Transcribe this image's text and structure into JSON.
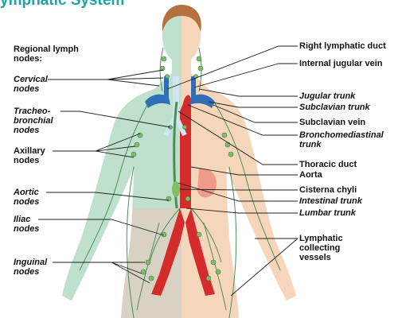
{
  "title_fragment": "ymphatic System",
  "left_heading": "Regional lymph nodes:",
  "left_labels": {
    "cervical": "Cervical nodes",
    "tracheobronchial": "Tracheo-bronchial nodes",
    "axillary": "Axillary nodes",
    "aortic": "Aortic nodes",
    "iliac": "Iliac nodes",
    "inguinal": "Inguinal nodes"
  },
  "right_labels": {
    "right_lymphatic_duct": "Right lymphatic duct",
    "internal_jugular_vein": "Internal jugular vein",
    "jugular_trunk": "Jugular trunk",
    "subclavian_trunk": "Subclavian trunk",
    "subclavian_vein": "Subclavian vein",
    "bronchomediastinal_trunk": "Bronchomediastinal trunk",
    "thoracic_duct": "Thoracic duct",
    "aorta": "Aorta",
    "cisterna_chyli": "Cisterna chyli",
    "intestinal_trunk": "Intestinal trunk",
    "lumbar_trunk": "Lumbar trunk",
    "lymphatic_collecting_vessels": "Lymphatic collecting vessels"
  },
  "colors": {
    "title": "#1aa3a8",
    "lymph_region": "#bfe0cc",
    "skin": "#f6d6bb",
    "hair": "#b5703f",
    "aorta": "#d42b2b",
    "vein": "#2f6fb8",
    "lymph_vessel": "#4a8f5a",
    "node": "#7fbf6a"
  }
}
